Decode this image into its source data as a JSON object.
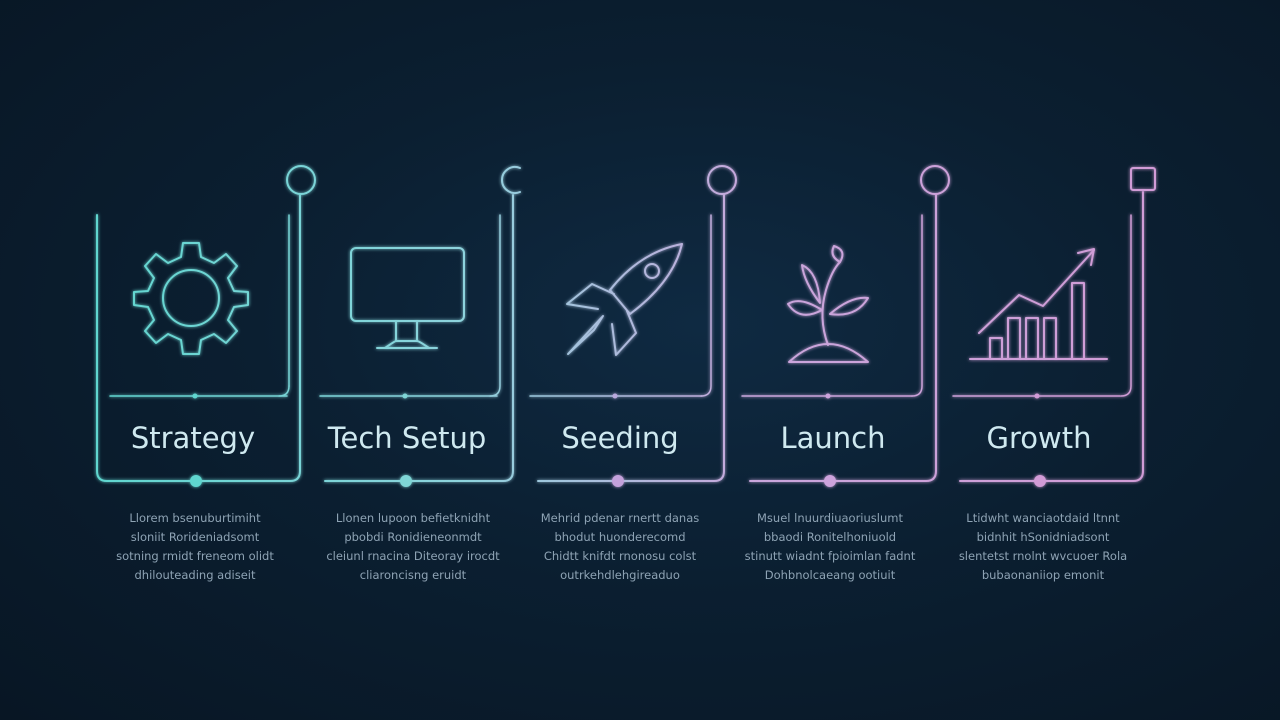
{
  "theme": {
    "background": "#0b1f31",
    "gradient": [
      "#5fd6cf",
      "#8ed3dd",
      "#c9a6dc",
      "#d19bd6"
    ],
    "title_color": "#cfe9f0",
    "text_color": "#8ea3b4"
  },
  "stages": [
    {
      "title": "Strategy",
      "icon": "gear-icon",
      "top_marker": "circle",
      "desc": [
        "Llorem bsenuburtimiht",
        "sloniit Rorideniadsomt",
        "sotning rmidt freneom olidt",
        "dhilouteading adiseit"
      ]
    },
    {
      "title": "Tech Setup",
      "icon": "monitor-icon",
      "top_marker": "half-circle",
      "desc": [
        "Llonen lupoon befietknidht",
        "pbobdi Ronidieneonmdt",
        "cleiunl rnacina Diteoray irocdt",
        "cliaroncisng eruidt"
      ]
    },
    {
      "title": "Seeding",
      "icon": "rocket-icon",
      "top_marker": "circle",
      "desc": [
        "Mehrid pdenar rnertt danas",
        "bhodut huonderecomd",
        "Chidtt knifdt rnonosu colst",
        "outrkehdlehgireaduo"
      ]
    },
    {
      "title": "Launch",
      "icon": "sprout-icon",
      "top_marker": "circle",
      "desc": [
        "Msuel lnuurdiuaoriuslumt",
        "bbaodi Ronitelhoniuold",
        "stinutt wiadnt fpioimlan fadnt",
        "Dohbnolcaeang ootiuit"
      ]
    },
    {
      "title": "Growth",
      "icon": "bar-chart-icon",
      "top_marker": "square",
      "desc": [
        "Ltidwht wanciaotdaid ltnnt",
        "bidnhit hSonidniadsont",
        "slentetst rnolnt wvcuoer Rola",
        "bubaonaniiop emonit"
      ]
    }
  ]
}
